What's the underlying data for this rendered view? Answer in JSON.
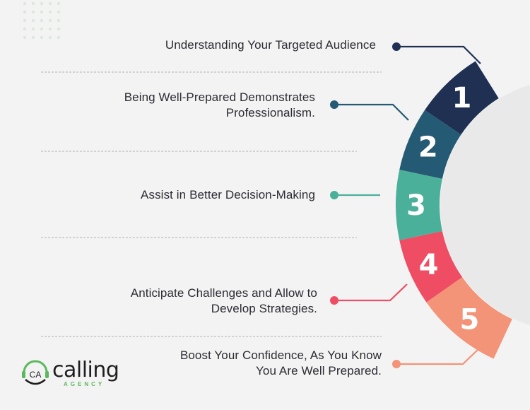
{
  "items": [
    {
      "number": "1",
      "lines": [
        "Understanding Your Targeted Audience"
      ],
      "color": "#1f3052"
    },
    {
      "number": "2",
      "lines": [
        "Being Well-Prepared Demonstrates",
        "Professionalism."
      ],
      "color": "#255a74"
    },
    {
      "number": "3",
      "lines": [
        "Assist in Better Decision-Making"
      ],
      "color": "#4ab09a"
    },
    {
      "number": "4",
      "lines": [
        "Anticipate Challenges and Allow to",
        "Develop Strategies."
      ],
      "color": "#ee4d63"
    },
    {
      "number": "5",
      "lines": [
        "Boost Your Confidence, As You Know",
        "You Are Well Prepared."
      ],
      "color": "#f39377"
    }
  ],
  "logo": {
    "mark": "CA",
    "word": "calling",
    "sub": "AGENCY",
    "green": "#5cb85c",
    "dark": "#1f1f1f"
  },
  "colors": {
    "background": "#f3f3f3",
    "ring_inner": "#e9e9e9",
    "divider": "#9a9a9a",
    "text": "#2b2b33"
  }
}
